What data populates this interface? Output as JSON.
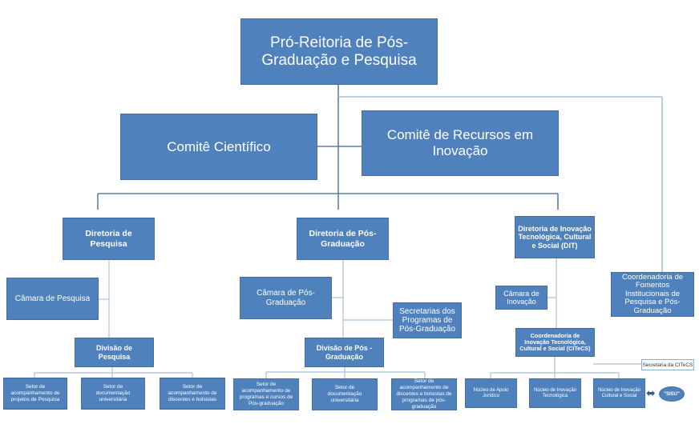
{
  "top": {
    "label": "Pró-Reitoria de Pós-Graduação e Pesquisa"
  },
  "committees": {
    "cientifico": "Comitê Científico",
    "recursos": "Comitê de Recursos em Inovação"
  },
  "diretoria_pesquisa": {
    "title": "Diretoria de Pesquisa",
    "camara": "Câmara de Pesquisa",
    "divisao": "Divisão de Pesquisa",
    "setores": [
      "Setor de acompanhamento de projetos de Pesquisa",
      "Setor de documentação universitária",
      "Setor de acompanhamento de discentes e bolsistas"
    ]
  },
  "diretoria_pos": {
    "title": "Diretoria de Pós-Graduação",
    "camara": "Câmara de Pós-Graduação",
    "secretarias": "Secretarias dos Programas de Pós-Graduação",
    "divisao": "Divisão de Pós - Graduação",
    "setores": [
      "Setor de acompanhamento de programas e cursos de Pós-graduação",
      "Setor de documentação universitária",
      "Setor de acompanhamento de discentes e bolsistas de programas de pós-graduação"
    ]
  },
  "diretoria_inovacao": {
    "title": "Diretoria de Inovação Tecnológica, Cultural e Social (DIT)",
    "camara": "Câmara de Inovação",
    "coordenadoria": "Coordenadoria de Inovação Tecnológica, Cultural e Social (CITeCS)",
    "secretaria": "Secretaria da CITeCS",
    "nucleos": [
      "Núcleo de Apoio Jurídico",
      "Núcleo de Inovação Tecnológica",
      "Núcleo de Inovação Cultural e Social"
    ],
    "sisu": "\"SISU\""
  },
  "coord_fomentos": "Coordenadoria de Fomentos Institucionais de Pesquisa e Pós-Graduação"
}
